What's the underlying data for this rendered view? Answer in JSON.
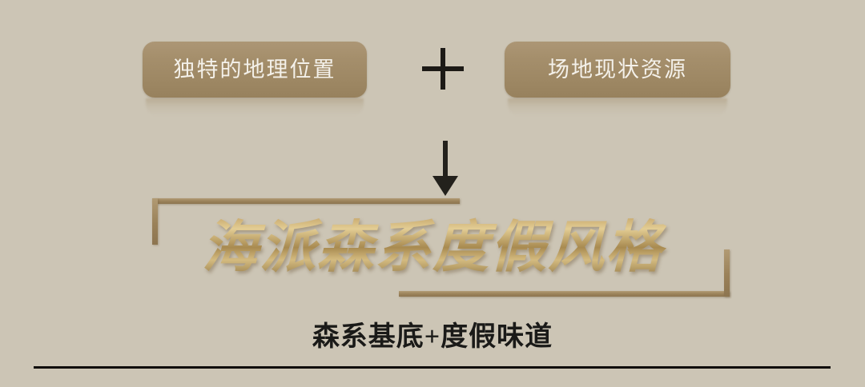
{
  "background_color": "#ccc5b5",
  "boxes": [
    {
      "id": "box-left",
      "label": "独特的地理位置",
      "fill_color": "#a18c68",
      "text_color": "#f4f1ea"
    },
    {
      "id": "box-right",
      "label": "场地现状资源",
      "fill_color": "#a18c68",
      "text_color": "#f4f1ea"
    }
  ],
  "operator": {
    "symbol": "+",
    "name": "plus-sign",
    "color": "#1c1a16"
  },
  "flow": {
    "arrow": "↓",
    "name": "down-arrow",
    "color": "#23211c"
  },
  "bracket": {
    "color": "#9a8159",
    "name": "decorative-bracket-frame"
  },
  "title": {
    "text": "海派森系度假风格",
    "gradient_from": "#e3cd94",
    "gradient_to": "#8d7342"
  },
  "subtitle": {
    "text": "森系基底+度假味道",
    "color": "#1a1a18"
  },
  "rule": {
    "color": "#100e0b"
  }
}
